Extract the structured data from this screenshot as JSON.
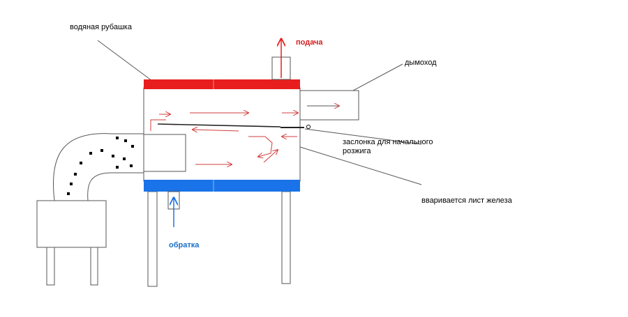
{
  "labels": {
    "water_jacket": "водяная рубашка",
    "supply": "подача",
    "chimney": "дымоход",
    "damper_line1": "заслонка для начального",
    "damper_line2": "розжига",
    "welded_sheet": "вваривается лист железа",
    "return": "обратка"
  },
  "colors": {
    "supply_red": "#e81e1e",
    "return_blue": "#1a73e8",
    "flow_arrows": "#d23c3c",
    "outline": "#555555",
    "text": "#000000",
    "return_text": "#1a6fc8",
    "supply_text": "#d21e1e"
  }
}
